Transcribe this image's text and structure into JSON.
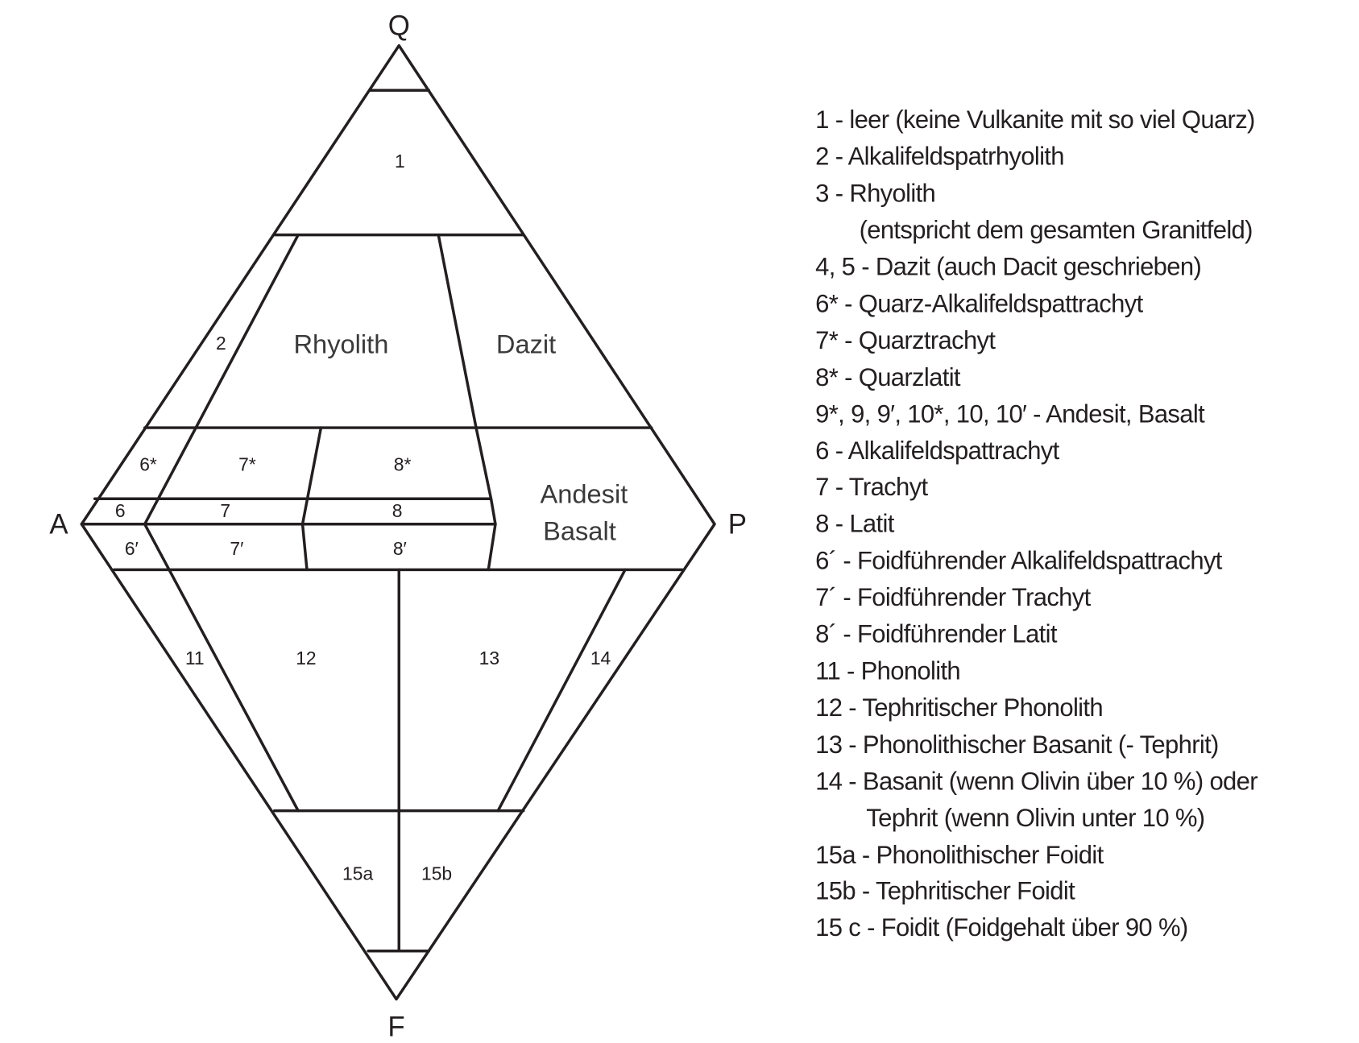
{
  "vertices": {
    "Q": "Q",
    "A": "A",
    "P": "P",
    "F": "F"
  },
  "fields": {
    "f1": "1",
    "f2": "2",
    "rhyolith": "Rhyolith",
    "dazit": "Dazit",
    "f6s": "6*",
    "f7s": "7*",
    "f8s": "8*",
    "f6": "6",
    "f7": "7",
    "f8": "8",
    "f6p": "6′",
    "f7p": "7′",
    "f8p": "8′",
    "andesit": "Andesit",
    "basalt": "Basalt",
    "f11": "11",
    "f12": "12",
    "f13": "13",
    "f14": "14",
    "f15a": "15a",
    "f15b": "15b"
  },
  "legend": [
    "1 - leer (keine Vulkanite mit so viel Quarz)",
    "2 - Alkalifeldspatrhyolith",
    "3 - Rhyolith",
    "(entspricht dem gesamten Granitfeld)",
    "4, 5 - Dazit (auch Dacit geschrieben)",
    "6* - Quarz-Alkalifeldspattrachyt",
    "7* - Quarztrachyt",
    "8* - Quarzlatit",
    "9*, 9, 9′, 10*, 10, 10′ - Andesit, Basalt",
    "6 - Alkalifeldspattrachyt",
    "7 - Trachyt",
    "8 - Latit",
    "6´ - Foidführender Alkalifeldspattrachyt",
    "7´ - Foidführender Trachyt",
    "8´ - Foidführender Latit",
    "11 - Phonolith",
    "12 - Tephritischer Phonolith",
    "13 - Phonolithischer Basanit (- Tephrit)",
    "14 - Basanit (wenn Olivin über 10 %) oder",
    "Tephrit (wenn Olivin unter 10 %)",
    "15a - Phonolithischer Foidit",
    "15b - Tephritischer Foidit",
    "15 c - Foidit (Foidgehalt über 90 %)"
  ]
}
